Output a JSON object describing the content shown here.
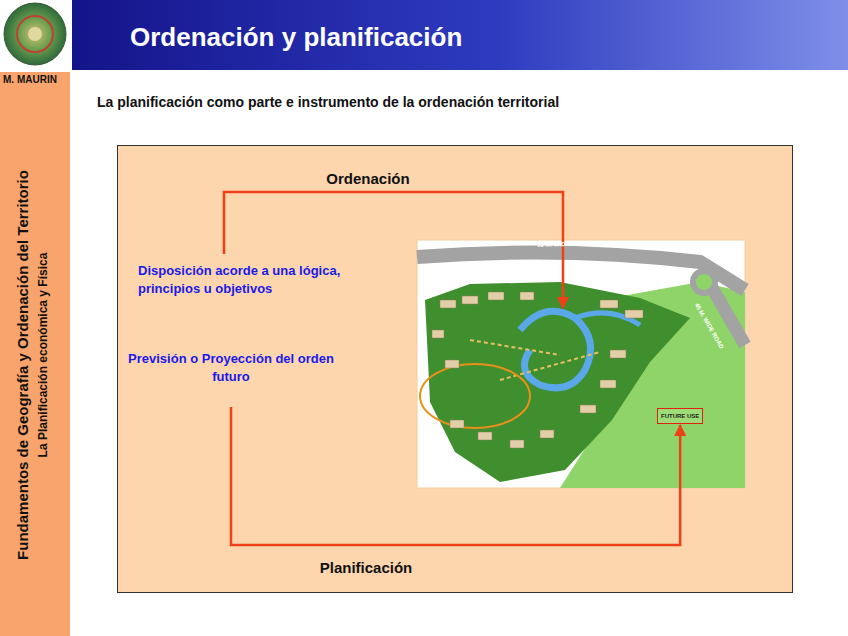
{
  "diagram": {
    "title": "Ordenación y planificación",
    "nodes": [
      {
        "text": [
          "Disposición acorde a una lógica, principios u objetivos"
        ]
      },
      {
        "text": [
          "Previsión o Proyección del orden futuro"
        ]
      },
      {
        "text": [
          "60 M. WIDE ROAD",
          "45 M. WIDE ROAD"
        ]
      },
      {
        "text": [
          "FUTURE USE"
        ],
        "in": 2
      }
    ],
    "edges": [
      {
        "from": 0,
        "to": 2,
        "arrow": "to",
        "label": "Ordenación"
      },
      {
        "from": 1,
        "to": 3,
        "arrow": "to",
        "label": "Planificación"
      }
    ],
    "labels": [
      "M. MAURIN",
      "Fundamentos de Geografía y Ordenación del Territorio",
      "La Planificación económica y Física",
      "La planificación como parte e instrumento de la ordenación territorial"
    ]
  }
}
